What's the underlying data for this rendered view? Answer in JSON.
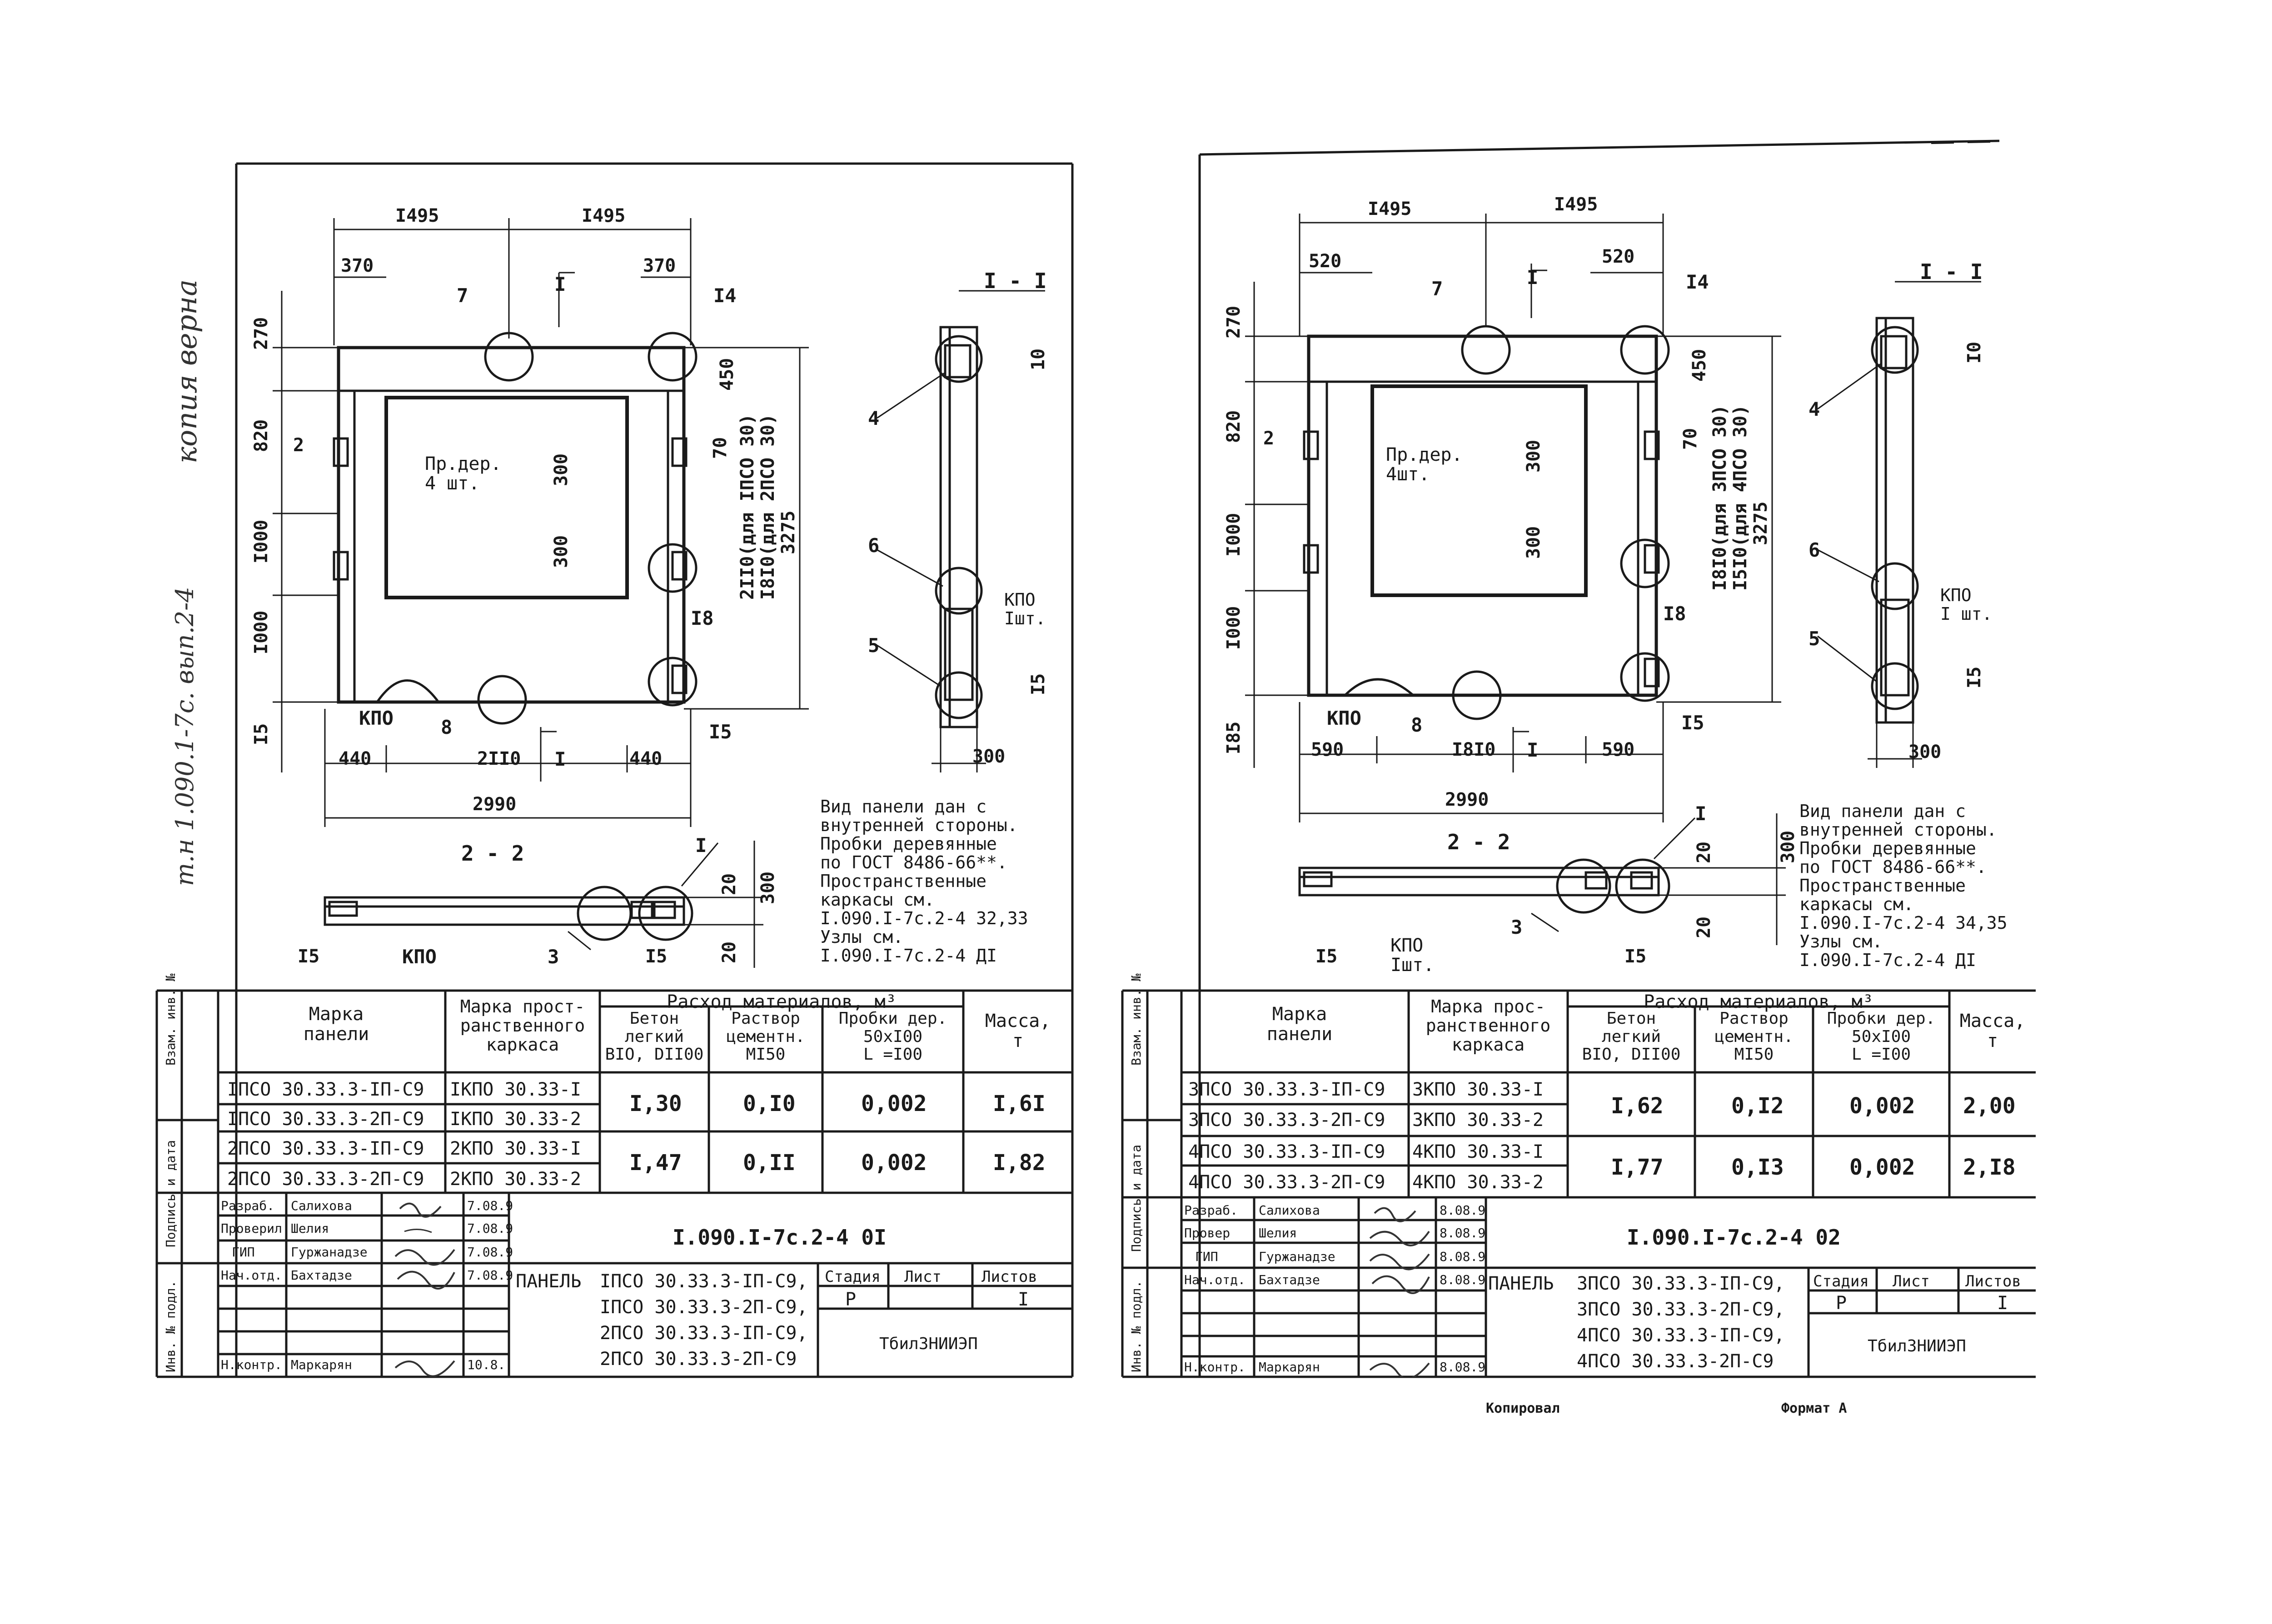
{
  "header_note": "копия верна",
  "side_note": "т.н 1.090.1-7с. вып.2-4",
  "footer": {
    "copied": "Копировал",
    "format": "Формат А"
  },
  "sheets": [
    {
      "view": {
        "dims": {
          "top_a": "I495",
          "top_b": "I495",
          "left_edge": "370",
          "right_edge": "370",
          "h_top": "270",
          "h1": "820",
          "h2": "I000",
          "h3": "I000",
          "h_bot": "I5",
          "off2": "2",
          "d300a": "300",
          "d300b": "300",
          "d70": "70",
          "d450": "450",
          "bot_left": "440",
          "bot_mid": "2II0",
          "bot_right": "440",
          "total": "2990",
          "d10": "10",
          "d15": "I5",
          "d300s": "300"
        },
        "vert_notes": [
          "2II0(для IПСО 30)",
          "I8I0(для 2ПСО 30)",
          "3275"
        ],
        "callouts": {
          "c7": "7",
          "c14": "I4",
          "c18": "I8",
          "c15": "I5",
          "c8": "8",
          "cut_top": "I",
          "cut_bot": "I",
          "c4": "4",
          "c6": "6",
          "c5": "5"
        },
        "kpo": "КПО",
        "plugs": "Пр.дер.\n4 шт.",
        "sec11": "I - I",
        "kpo_side": "КПО\nIшт."
      },
      "section22": {
        "title": "2 - 2",
        "d15a": "I5",
        "kpo": "КПО",
        "c3": "3",
        "d15b": "I5",
        "cI": "I",
        "d20a": "20",
        "d300": "300",
        "d20b": "20"
      },
      "note": "Вид панели дан с\nвнутренней стороны.\nПробки деревянные\nпо ГОСТ 8486-66**.\nПространственные\nкаркасы см.\nI.090.I-7с.2-4 32,33\nУзлы см.\nI.090.I-7с.2-4 ДI",
      "table": {
        "headers": {
          "mark": "Марка\nпанели",
          "frame": "Марка прост-\nранственного\nкаркаса",
          "materials": "Расход материалов, м³",
          "concrete": "Бетон\nлегкий\nBIO, DII00",
          "mortar": "Раствор\nцементн.\nMI50",
          "plugs": "Пробки дер.\n50хI00\nL =I00",
          "mass": "Масса,\nт"
        },
        "rows": [
          {
            "mark": "IПСО 30.33.3-IП-С9",
            "frame": "IКПО 30.33-I"
          },
          {
            "mark": "IПСО 30.33.3-2П-С9",
            "frame": "IКПО 30.33-2"
          },
          {
            "mark": "2ПСО 30.33.3-IП-С9",
            "frame": "2КПО 30.33-I"
          },
          {
            "mark": "2ПСО 30.33.3-2П-С9",
            "frame": "2КПО 30.33-2"
          }
        ],
        "groups": [
          {
            "concrete": "I,30",
            "mortar": "0,I0",
            "plugs": "0,002",
            "mass": "I,6I"
          },
          {
            "concrete": "I,47",
            "mortar": "0,II",
            "plugs": "0,002",
            "mass": "I,82"
          }
        ]
      },
      "stamp": {
        "code": "I.090.I-7с.2-4 0I",
        "roles": [
          "Разраб.",
          "Проверил",
          "ГИП",
          "Нач.отд.",
          "",
          "",
          "Н.контр."
        ],
        "names": [
          "Салихова",
          "Шелия",
          "Гуржанадзе",
          "Бахтадзе",
          "",
          "",
          "Маркарян"
        ],
        "dates": [
          "7.08.9",
          "7.08.9",
          "7.08.9",
          "7.08.9",
          "",
          "",
          "10.8."
        ],
        "title_label": "ПАНЕЛЬ",
        "title_lines": [
          "IПСО 30.33.3-IП-С9,",
          "IПСО 30.33.3-2П-С9,",
          "2ПСО 30.33.3-IП-С9,",
          "2ПСО 30.33.3-2П-С9"
        ],
        "stage_h": "Стадия",
        "sheet_h": "Лист",
        "sheets_h": "Листов",
        "stage": "Р",
        "sheet": "",
        "sheets": "I",
        "org": "ТбилЗНИИЭП"
      },
      "margin_labels": [
        "Взам. инв. №",
        "Подпись и дата",
        "Инв. № подл."
      ]
    },
    {
      "view": {
        "dims": {
          "top_a": "I495",
          "top_b": "I495",
          "left_edge": "520",
          "right_edge": "520",
          "h_top": "270",
          "h1": "820",
          "h2": "I000",
          "h3": "I000",
          "h_bot": "I85",
          "off2": "2",
          "d300a": "300",
          "d300b": "300",
          "d70": "70",
          "d450": "450",
          "bot_left": "590",
          "bot_mid": "I8I0",
          "bot_right": "590",
          "total": "2990",
          "d10": "I0",
          "d15": "I5",
          "d300s": "300"
        },
        "vert_notes": [
          "I8I0(для 3ПСО 30)",
          "I5I0(для 4ПСО 30)",
          "3275"
        ],
        "callouts": {
          "c7": "7",
          "c14": "I4",
          "c18": "I8",
          "c15": "I5",
          "c8": "8",
          "cut_top": "I",
          "cut_bot": "I",
          "c4": "4",
          "c6": "6",
          "c5": "5"
        },
        "kpo": "КПО",
        "plugs": "Пр.дер.\n4шт.",
        "sec11": "I - I",
        "kpo_side": "КПО\nI шт."
      },
      "section22": {
        "title": "2 - 2",
        "d15a": "I5",
        "kpo": "КПО\nIшт.",
        "c3": "3",
        "d15b": "I5",
        "cI": "I",
        "d20a": "20",
        "d300": "300",
        "d20b": "20"
      },
      "note": "Вид панели дан с\nвнутренней стороны.\nПробки деревянные\nпо ГОСТ 8486-66**.\nПространственные\nкаркасы см.\nI.090.I-7с.2-4 34,35\nУзлы см.\nI.090.I-7с.2-4 ДI",
      "table": {
        "headers": {
          "mark": "Марка\nпанели",
          "frame": "Марка прос-\nранственного\nкаркаса",
          "materials": "Расход материалов, м³",
          "concrete": "Бетон\nлегкий\nBIO, DII00",
          "mortar": "Раствор\nцементн.\nMI50",
          "plugs": "Пробки дер.\n50хI00\nL =I00",
          "mass": "Масса,\nт"
        },
        "rows": [
          {
            "mark": "3ПСО 30.33.3-IП-С9",
            "frame": "3КПО 30.33-I"
          },
          {
            "mark": "3ПСО 30.33.3-2П-С9",
            "frame": "3КПО 30.33-2"
          },
          {
            "mark": "4ПСО 30.33.3-IП-С9",
            "frame": "4КПО 30.33-I"
          },
          {
            "mark": "4ПСО 30.33.3-2П-С9",
            "frame": "4КПО 30.33-2"
          }
        ],
        "groups": [
          {
            "concrete": "I,62",
            "mortar": "0,I2",
            "plugs": "0,002",
            "mass": "2,00"
          },
          {
            "concrete": "I,77",
            "mortar": "0,I3",
            "plugs": "0,002",
            "mass": "2,I8"
          }
        ]
      },
      "stamp": {
        "code": "I.090.I-7с.2-4 02",
        "roles": [
          "Разраб.",
          "Провер",
          "ГИП",
          "Нач.отд.",
          "",
          "",
          "Н.контр."
        ],
        "names": [
          "Салихова",
          "Шелия",
          "Гуржанадзе",
          "Бахтадзе",
          "",
          "",
          "Маркарян"
        ],
        "dates": [
          "8.08.9",
          "8.08.9",
          "8.08.9",
          "8.08.9",
          "",
          "",
          "8.08.9"
        ],
        "title_label": "ПАНЕЛЬ",
        "title_lines": [
          "3ПСО 30.33.3-IП-С9,",
          "3ПСО 30.33.3-2П-С9,",
          "4ПСО 30.33.3-IП-С9,",
          "4ПСО 30.33.3-2П-С9"
        ],
        "stage_h": "Стадия",
        "sheet_h": "Лист",
        "sheets_h": "Листов",
        "stage": "Р",
        "sheet": "",
        "sheets": "I",
        "org": "ТбилЗНИИЭП"
      },
      "margin_labels": [
        "Взам. инв. №",
        "Подпись и дата",
        "Инв. № подл."
      ]
    }
  ]
}
